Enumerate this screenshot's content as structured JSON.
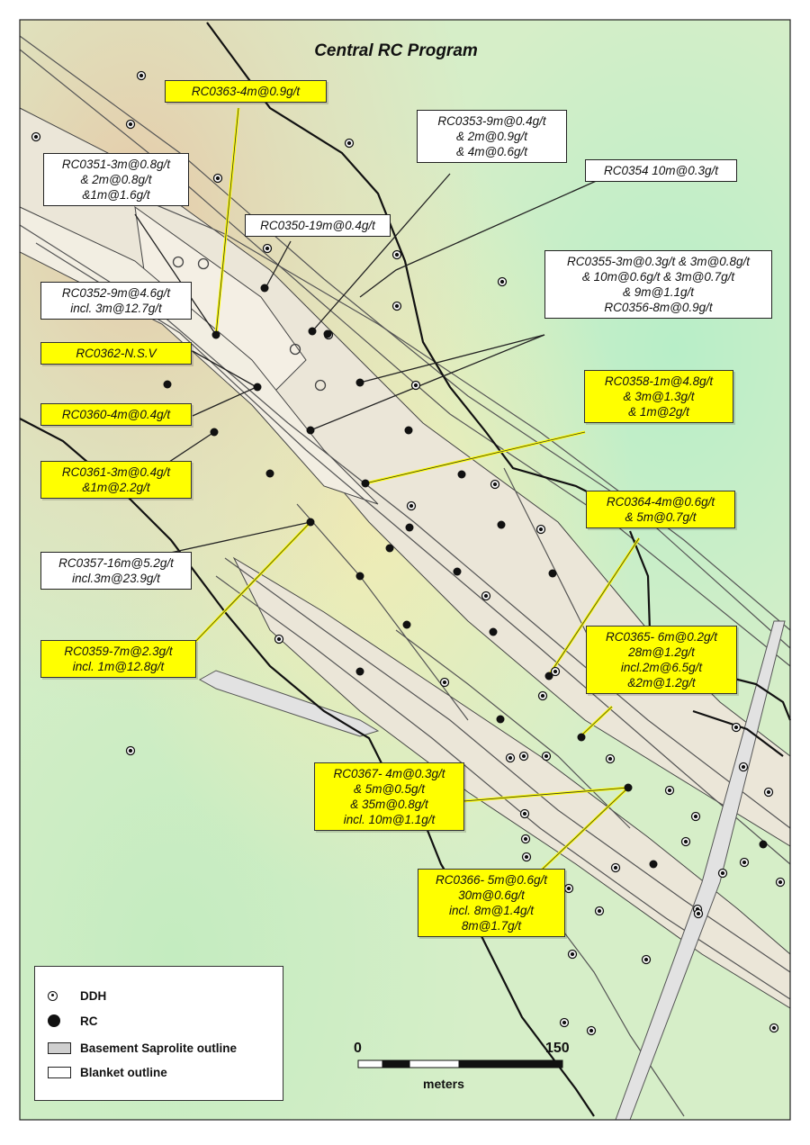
{
  "title": "Central RC Program",
  "labels": [
    {
      "id": "rc0363",
      "style": "yellow",
      "lines": [
        "RC0363-4m@0.9g/t"
      ]
    },
    {
      "id": "rc0353",
      "style": "white",
      "lines": [
        "RC0353-9m@0.4g/t",
        "& 2m@0.9g/t",
        "& 4m@0.6g/t"
      ]
    },
    {
      "id": "rc0351",
      "style": "white",
      "lines": [
        "RC0351-3m@0.8g/t",
        "& 2m@0.8g/t",
        "&1m@1.6g/t"
      ]
    },
    {
      "id": "rc0354",
      "style": "white",
      "lines": [
        "RC0354 10m@0.3g/t"
      ]
    },
    {
      "id": "rc0350",
      "style": "white",
      "lines": [
        "RC0350-19m@0.4g/t"
      ]
    },
    {
      "id": "rc0355",
      "style": "white",
      "lines": [
        "RC0355-3m@0.3g/t & 3m@0.8g/t",
        "& 10m@0.6g/t & 3m@0.7g/t",
        "& 9m@1.1g/t",
        "RC0356-8m@0.9g/t"
      ]
    },
    {
      "id": "rc0352",
      "style": "white",
      "lines": [
        "RC0352-9m@4.6g/t",
        "incl. 3m@12.7g/t"
      ]
    },
    {
      "id": "rc0362",
      "style": "yellow",
      "lines": [
        "RC0362-N.S.V"
      ]
    },
    {
      "id": "rc0358",
      "style": "yellow",
      "lines": [
        "RC0358-1m@4.8g/t",
        "& 3m@1.3g/t",
        "& 1m@2g/t"
      ]
    },
    {
      "id": "rc0360",
      "style": "yellow",
      "lines": [
        "RC0360-4m@0.4g/t"
      ]
    },
    {
      "id": "rc0361",
      "style": "yellow",
      "lines": [
        "RC0361-3m@0.4g/t",
        "&1m@2.2g/t"
      ]
    },
    {
      "id": "rc0364",
      "style": "yellow",
      "lines": [
        "RC0364-4m@0.6g/t",
        "& 5m@0.7g/t"
      ]
    },
    {
      "id": "rc0357",
      "style": "white",
      "lines": [
        "RC0357-16m@5.2g/t",
        "incl.3m@23.9g/t"
      ]
    },
    {
      "id": "rc0365",
      "style": "yellow",
      "lines": [
        "RC0365- 6m@0.2g/t",
        "28m@1.2g/t",
        "incl.2m@6.5g/t",
        "&2m@1.2g/t"
      ]
    },
    {
      "id": "rc0359",
      "style": "yellow",
      "lines": [
        "RC0359-7m@2.3g/t",
        "incl. 1m@12.8g/t"
      ]
    },
    {
      "id": "rc0367",
      "style": "yellow",
      "lines": [
        "RC0367- 4m@0.3g/t",
        "& 5m@0.5g/t",
        "& 35m@0.8g/t",
        "incl. 10m@1.1g/t"
      ]
    },
    {
      "id": "rc0366",
      "style": "yellow",
      "lines": [
        "RC0366- 5m@0.6g/t",
        "30m@0.6g/t",
        "incl. 8m@1.4g/t",
        "8m@1.7g/t"
      ]
    }
  ],
  "legend": {
    "ddh": "DDH",
    "rc": "RC",
    "saprolite": "Basement Saprolite outline",
    "blanket": "Blanket outline"
  },
  "scale_bar": {
    "start": "0",
    "end": "150",
    "unit": "meters"
  },
  "colors": {
    "label_highlight": "#ffff00",
    "saprolite_fill": "#e8e4d8",
    "background_green": "#d8f0cc",
    "background_tan": "#e8ccb0"
  }
}
